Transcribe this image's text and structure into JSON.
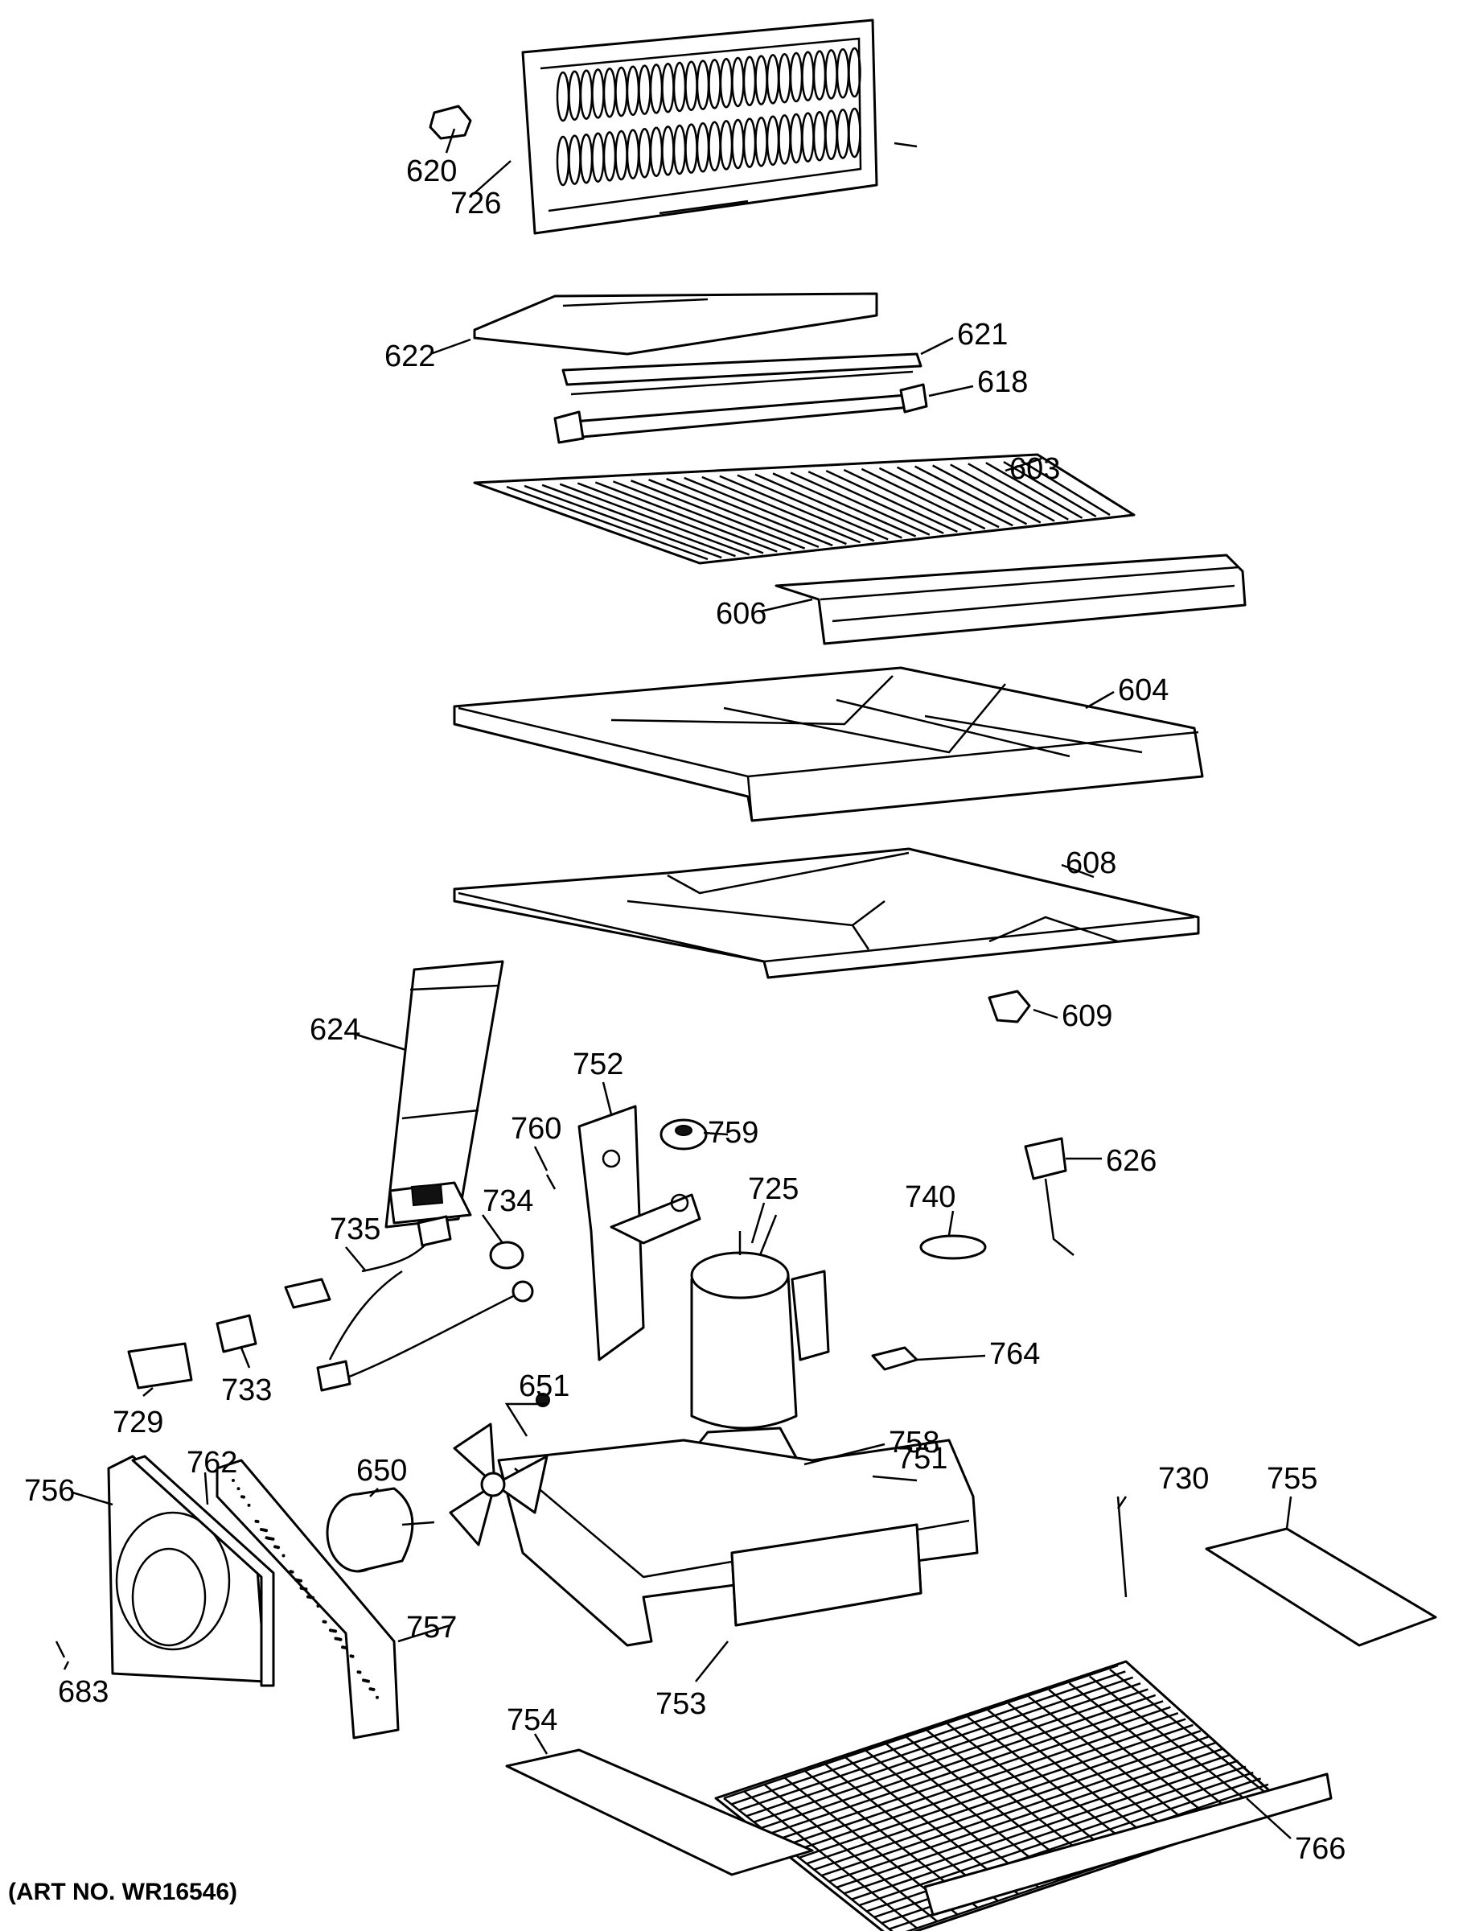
{
  "art_number": "(ART NO. WR16546)",
  "labels": {
    "p620": "620",
    "p726": "726",
    "p622": "622",
    "p621": "621",
    "p618": "618",
    "p603": "603",
    "p606": "606",
    "p604": "604",
    "p608": "608",
    "p609": "609",
    "p624": "624",
    "p752": "752",
    "p759": "759",
    "p760": "760",
    "p735": "735",
    "p734": "734",
    "p725": "725",
    "p740": "740",
    "p626": "626",
    "p764": "764",
    "p733": "733",
    "p729": "729",
    "p651": "651",
    "p758": "758",
    "p751": "751",
    "p762": "762",
    "p756": "756",
    "p650": "650",
    "p757": "757",
    "p730": "730",
    "p755": "755",
    "p683": "683",
    "p753": "753",
    "p754": "754",
    "p766": "766"
  }
}
